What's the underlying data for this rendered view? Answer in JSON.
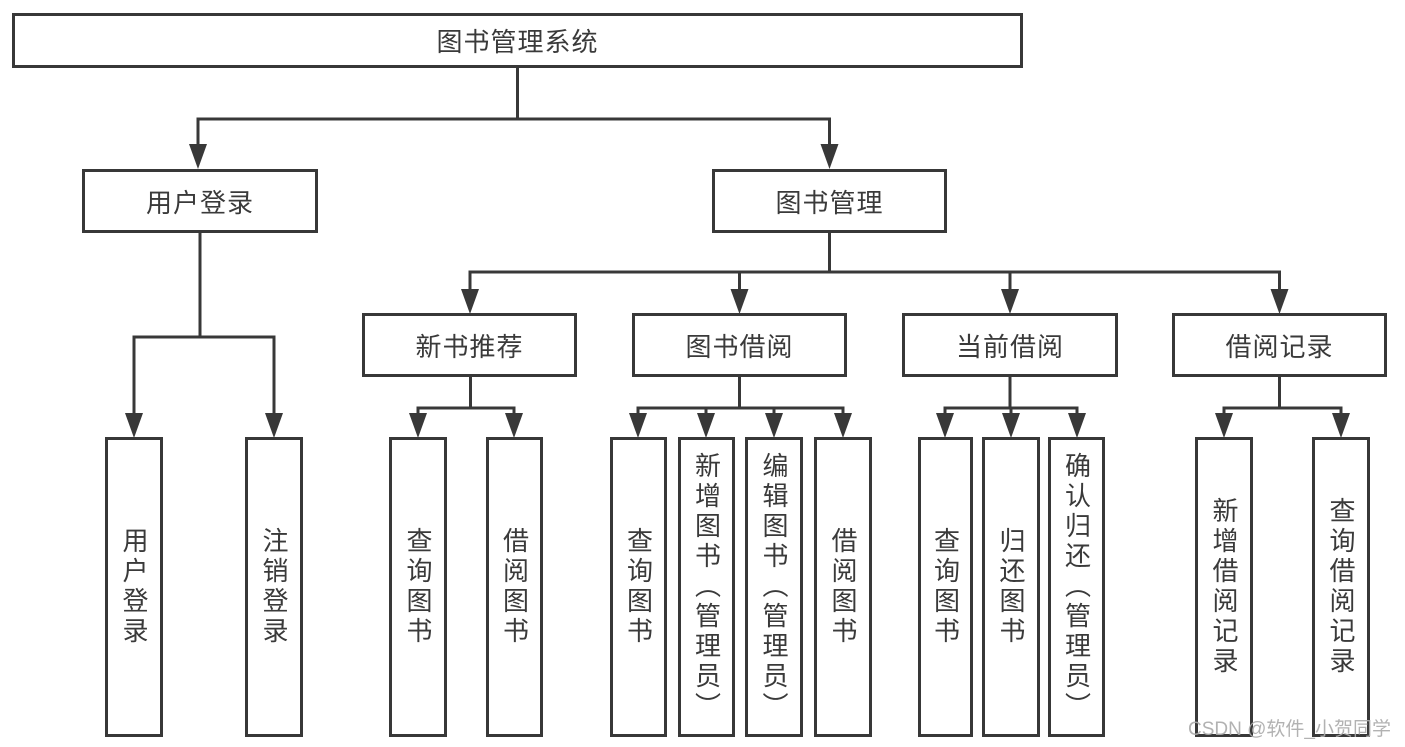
{
  "diagram": {
    "title": "图书管理系统",
    "root": {
      "label": "图书管理系统"
    },
    "level2": [
      {
        "label": "用户登录"
      },
      {
        "label": "图书管理"
      }
    ],
    "level3": [
      {
        "label": "新书推荐",
        "parent": "图书管理"
      },
      {
        "label": "图书借阅",
        "parent": "图书管理"
      },
      {
        "label": "当前借阅",
        "parent": "图书管理"
      },
      {
        "label": "借阅记录",
        "parent": "图书管理"
      }
    ],
    "leaves": [
      {
        "label": "用户登录",
        "parent": "用户登录"
      },
      {
        "label": "注销登录",
        "parent": "用户登录"
      },
      {
        "label": "查询图书",
        "parent": "新书推荐"
      },
      {
        "label": "借阅图书",
        "parent": "新书推荐"
      },
      {
        "label": "查询图书",
        "parent": "图书借阅"
      },
      {
        "label": "新增图书（管理员）",
        "parent": "图书借阅"
      },
      {
        "label": "编辑图书（管理员）",
        "parent": "图书借阅"
      },
      {
        "label": "借阅图书",
        "parent": "图书借阅"
      },
      {
        "label": "查询图书",
        "parent": "当前借阅"
      },
      {
        "label": "归还图书",
        "parent": "当前借阅"
      },
      {
        "label": "确认归还（管理员）",
        "parent": "当前借阅"
      },
      {
        "label": "新增借阅记录",
        "parent": "借阅记录"
      },
      {
        "label": "查询借阅记录",
        "parent": "借阅记录"
      }
    ],
    "colors": {
      "line": "#383838",
      "text": "#3a3a3a",
      "background": "#ffffff",
      "watermark": "#ababab"
    }
  },
  "watermark": "CSDN @软件_小贺同学"
}
